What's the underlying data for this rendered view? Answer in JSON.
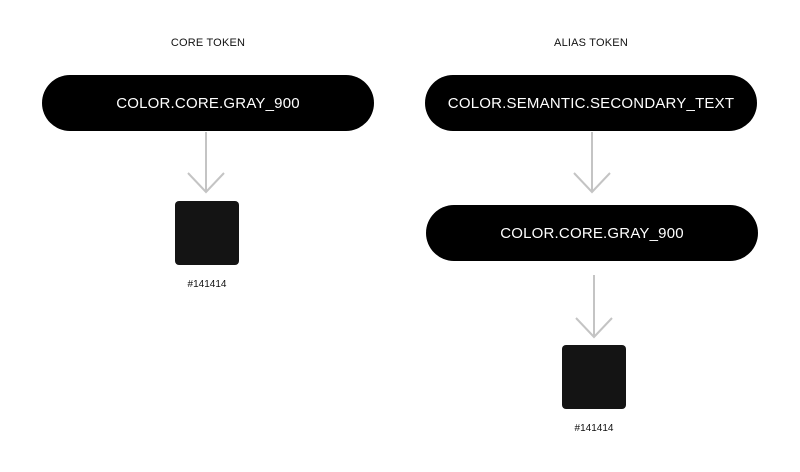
{
  "core": {
    "heading": "CORE TOKEN",
    "token": "COLOR.CORE.GRAY_900",
    "swatch_color": "#141414",
    "hex_label": "#141414"
  },
  "alias": {
    "heading": "ALIAS TOKEN",
    "token": "COLOR.SEMANTIC.SECONDARY_TEXT",
    "references": "COLOR.CORE.GRAY_900",
    "swatch_color": "#141414",
    "hex_label": "#141414"
  },
  "colors": {
    "pill_background": "#000000",
    "pill_text": "#ffffff",
    "arrow": "#c4c4c4"
  }
}
